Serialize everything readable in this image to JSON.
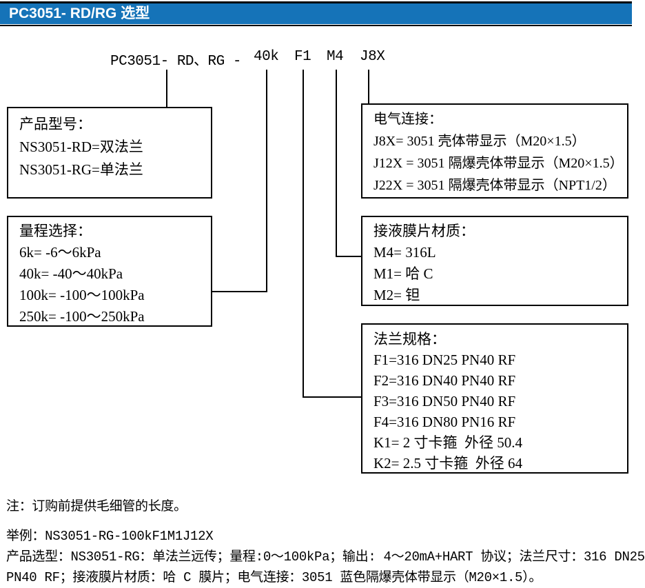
{
  "header": {
    "title": "PC3051- RD/RG 选型",
    "bar_color": "#1573B8"
  },
  "model_code": {
    "prefix": "PC3051- RD、RG -",
    "range": "40k",
    "flange": "F1",
    "diaphragm": "M4",
    "electrical": "J8X"
  },
  "boxes": {
    "product_model": {
      "title": "产品型号：",
      "items": [
        "NS3051-RD=双法兰",
        "NS3051-RG=单法兰"
      ]
    },
    "range_selection": {
      "title": "量程选择：",
      "items": [
        "6k= -6～6kPa",
        "40k= -40～40kPa",
        "100k= -100～100kPa",
        "250k= -100～250kPa"
      ]
    },
    "electrical_connection": {
      "title": "电气连接：",
      "items": [
        "J8X= 3051 壳体带显示（M20×1.5）",
        "J12X = 3051 隔爆壳体带显示（M20×1.5）",
        "J22X = 3051 隔爆壳体带显示（NPT1/2）"
      ]
    },
    "diaphragm_material": {
      "title": "接液膜片材质：",
      "items": [
        "M4= 316L",
        "M1= 哈 C",
        "M2= 钽"
      ]
    },
    "flange_spec": {
      "title": "法兰规格：",
      "items": [
        "F1=316 DN25 PN40 RF",
        "F2=316 DN40 PN40 RF",
        "F3=316 DN50 PN40 RF",
        "F4=316 DN80 PN16 RF",
        "K1= 2 寸卡箍  外径 50.4",
        "K2= 2.5 寸卡箍  外径 64"
      ]
    }
  },
  "notes": {
    "capillary": "注：订购前提供毛细管的长度。",
    "example": "举例：NS3051-RG-100kF1M1J12X",
    "selection_line1": "产品选型：NS3051-RG：单法兰远传；量程:0～100kPa；输出: 4～20mA+HART 协议；法兰尺寸：316 DN25",
    "selection_line2": "PN40 RF；接液膜片材质：哈 C 膜片；电气连接：3051 蓝色隔爆壳体带显示（M20×1.5）。"
  }
}
